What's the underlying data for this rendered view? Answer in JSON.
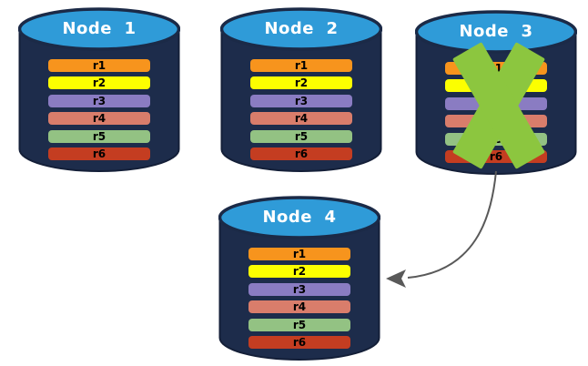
{
  "diagram_title": "database-node-failover-diagram",
  "colors": {
    "background": "#FFFFFF",
    "cylinder_body": "#1D2C4B",
    "cylinder_top": "#2F9BD8",
    "cylinder_outline": "#1B2A47",
    "node_label_text": "#FFFFFF",
    "row_label_text": "#000000",
    "x_mark": "#8CC63F",
    "arrow": "#595959"
  },
  "nodes": [
    {
      "label": "Node  1",
      "failed": false,
      "rows": [
        {
          "label": "r1",
          "color": "#F7941D"
        },
        {
          "label": "r2",
          "color": "#FCFF00"
        },
        {
          "label": "r3",
          "color": "#8A7CC2"
        },
        {
          "label": "r4",
          "color": "#D97D6B"
        },
        {
          "label": "r5",
          "color": "#93C283"
        },
        {
          "label": "r6",
          "color": "#C43D21"
        }
      ]
    },
    {
      "label": "Node  2",
      "failed": false,
      "rows": [
        {
          "label": "r1",
          "color": "#F7941D"
        },
        {
          "label": "r2",
          "color": "#FCFF00"
        },
        {
          "label": "r3",
          "color": "#8A7CC2"
        },
        {
          "label": "r4",
          "color": "#D97D6B"
        },
        {
          "label": "r5",
          "color": "#93C283"
        },
        {
          "label": "r6",
          "color": "#C43D21"
        }
      ]
    },
    {
      "label": "Node  3",
      "failed": true,
      "rows": [
        {
          "label": "r1",
          "color": "#F7941D"
        },
        {
          "label": "r2",
          "color": "#FCFF00"
        },
        {
          "label": "r3",
          "color": "#8A7CC2"
        },
        {
          "label": "r4",
          "color": "#D97D6B"
        },
        {
          "label": "r5",
          "color": "#93C283"
        },
        {
          "label": "r6",
          "color": "#C43D21"
        }
      ]
    },
    {
      "label": "Node  4",
      "failed": false,
      "rows": [
        {
          "label": "r1",
          "color": "#F7941D"
        },
        {
          "label": "r2",
          "color": "#FCFF00"
        },
        {
          "label": "r3",
          "color": "#8A7CC2"
        },
        {
          "label": "r4",
          "color": "#D97D6B"
        },
        {
          "label": "r5",
          "color": "#93C283"
        },
        {
          "label": "r6",
          "color": "#C43D21"
        }
      ]
    }
  ],
  "annotations": {
    "failure_mark_icon": "x-icon",
    "failover_arrow": "curved-arrow-from-node-3-to-node-4"
  }
}
